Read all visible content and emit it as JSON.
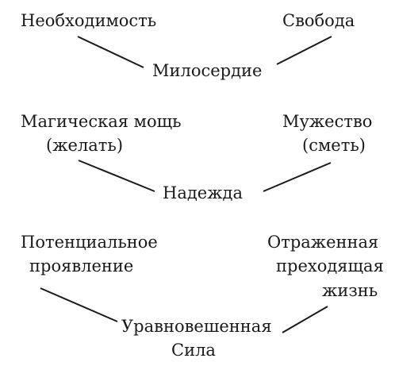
{
  "diagram": {
    "line_color": "#1a1a1a",
    "text_color": "#1a1a1a",
    "groups": [
      {
        "left": [
          "Необходимость"
        ],
        "right": [
          "Свобода"
        ],
        "center": [
          "Милосердие"
        ]
      },
      {
        "left": [
          "Магическая мощь",
          "(желать)"
        ],
        "right": [
          "Мужество",
          "(сметь)"
        ],
        "center": [
          "Надежда"
        ]
      },
      {
        "left": [
          "Потенциальное",
          "проявление"
        ],
        "right": [
          "Отраженная",
          "преходящая",
          "жизнь"
        ],
        "center": [
          "Уравновешенная",
          "Сила"
        ]
      }
    ]
  }
}
